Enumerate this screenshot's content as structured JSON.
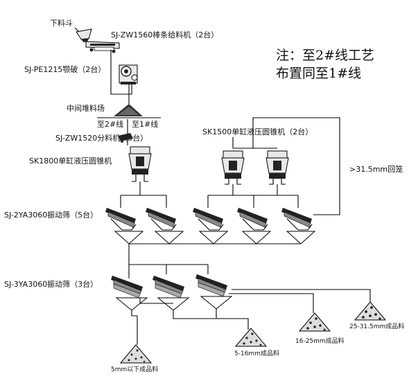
{
  "labels": {
    "hopper": "下料斗",
    "bar_feeder": "SJ-ZW1560棒条给料机（2台）",
    "jaw_crusher": "SJ-PE1215颚破（2台）",
    "stockpile": "中间堆料场",
    "to_line2": "至2#线",
    "to_line1": "至1#线",
    "split_feeder": "SJ-ZW1520分料机（3台）",
    "cone_single": "SK1800单缸液压圆锥机",
    "cone_double": "SK1500单缸液压圆锥机（2台）",
    "return_label": ">31.5mm回笼",
    "screen_5": "SJ-2YA3060振动筛（5台）",
    "screen_3": "SJ-3YA3060振动筛（3台）"
  },
  "note": {
    "line1": "注：至2#线工艺",
    "line2": "布置同至1#线"
  },
  "products": [
    {
      "label": "5mm以下成品料"
    },
    {
      "label": "5-16mm成品料"
    },
    {
      "label": "16-25mm成品料"
    },
    {
      "label": "25-31.5mm成品料"
    }
  ]
}
